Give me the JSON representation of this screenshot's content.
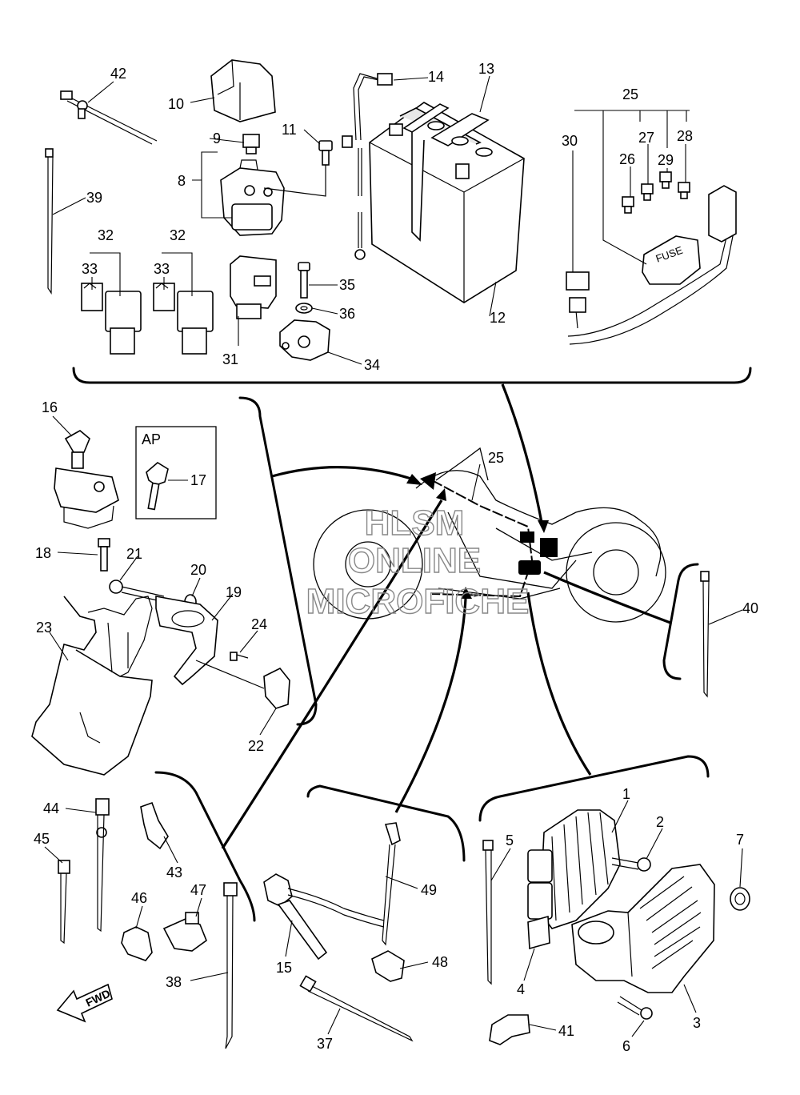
{
  "diagram": {
    "callouts": {
      "n1": "1",
      "n2": "2",
      "n3": "3",
      "n4": "4",
      "n5": "5",
      "n6": "6",
      "n7": "7",
      "n8": "8",
      "n9": "9",
      "n10": "10",
      "n11": "11",
      "n12": "12",
      "n13": "13",
      "n14": "14",
      "n15": "15",
      "n16": "16",
      "n17": "17",
      "n18": "18",
      "n19": "19",
      "n20": "20",
      "n21": "21",
      "n22": "22",
      "n23": "23",
      "n24": "24",
      "n25a": "25",
      "n25b": "25",
      "n26": "26",
      "n27": "27",
      "n28": "28",
      "n29": "29",
      "n30": "30",
      "n31": "31",
      "n32a": "32",
      "n32b": "32",
      "n33a": "33",
      "n33b": "33",
      "n34": "34",
      "n35": "35",
      "n36": "36",
      "n37": "37",
      "n38": "38",
      "n39": "39",
      "n40": "40",
      "n41": "41",
      "n42": "42",
      "n43": "43",
      "n44": "44",
      "n45": "45",
      "n46": "46",
      "n47": "47",
      "n48": "48",
      "n49": "49"
    },
    "fuse_box_label": "FUSE",
    "fwd_label": "FWD",
    "ap_box_label": "AP",
    "watermark": {
      "line1": "HLSM",
      "line2": "ONLINE",
      "line3": "MICROFICHE"
    }
  }
}
